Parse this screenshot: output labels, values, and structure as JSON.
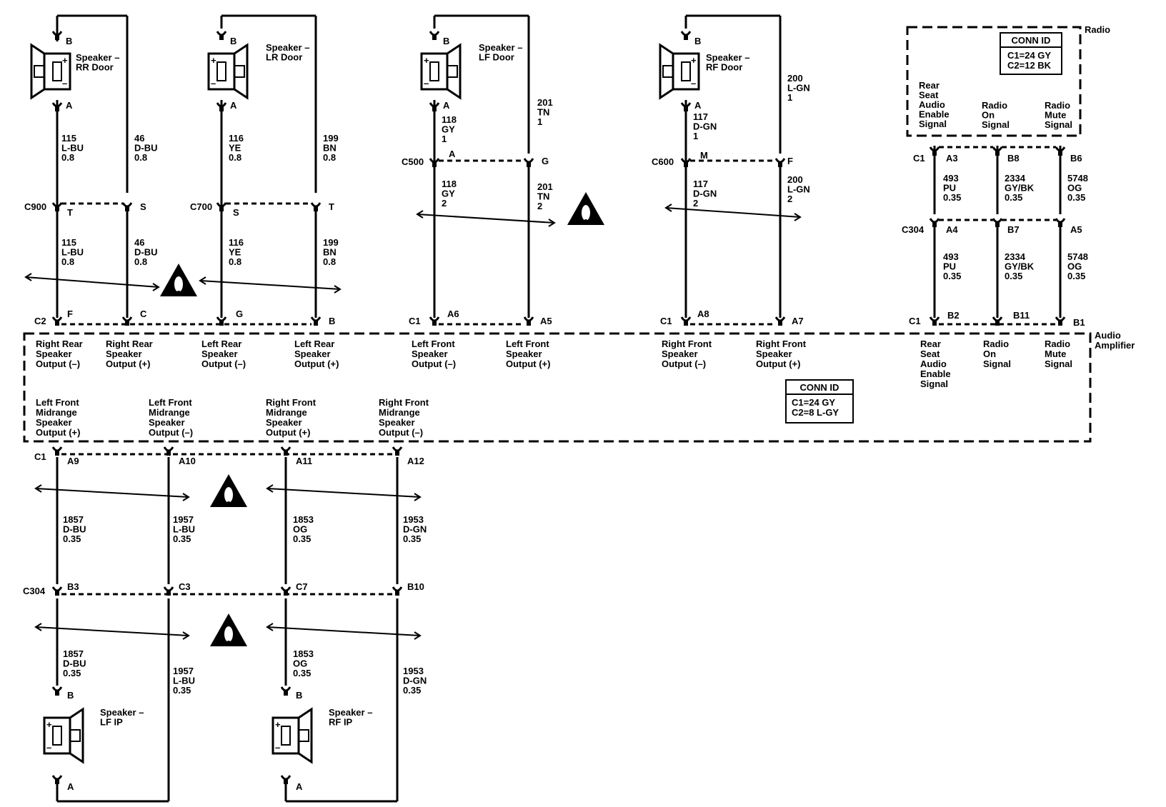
{
  "speakers": [
    {
      "id": "rr",
      "lines": [
        "Speaker –",
        "RR Door"
      ],
      "pins": [
        "B",
        "A"
      ]
    },
    {
      "id": "lr",
      "lines": [
        "Speaker –",
        "LR Door"
      ],
      "pins": [
        "B",
        "A"
      ]
    },
    {
      "id": "lf",
      "lines": [
        "Speaker –",
        "LF Door"
      ],
      "pins": [
        "B",
        "A"
      ]
    },
    {
      "id": "rf",
      "lines": [
        "Speaker –",
        "RF Door"
      ],
      "pins": [
        "B",
        "A"
      ]
    },
    {
      "id": "lfip",
      "lines": [
        "Speaker –",
        "LF IP"
      ],
      "pins": [
        "B",
        "A"
      ]
    },
    {
      "id": "rfip",
      "lines": [
        "Speaker –",
        "RF IP"
      ],
      "pins": [
        "B",
        "A"
      ]
    }
  ],
  "radio": {
    "title": "Radio",
    "conn_id": {
      "title": "CONN ID",
      "lines": [
        "C1=24 GY",
        "C2=12 BK"
      ]
    },
    "outputs": [
      [
        "Rear",
        "Seat",
        "Audio",
        "Enable",
        "Signal"
      ],
      [
        "Radio",
        "On",
        "Signal"
      ],
      [
        "Radio",
        "Mute",
        "Signal"
      ]
    ]
  },
  "amplifier": {
    "title_lines": [
      "Audio",
      "Amplifier"
    ],
    "conn_id": {
      "title": "CONN ID",
      "lines": [
        "C1=24 GY",
        "C2=8 L-GY"
      ]
    },
    "top_labels": [
      [
        "Right Rear",
        "Speaker",
        "Output (–)"
      ],
      [
        "Right Rear",
        "Speaker",
        "Output (+)"
      ],
      [
        "Left Rear",
        "Speaker",
        "Output (–)"
      ],
      [
        "Left Rear",
        "Speaker",
        "Output (+)"
      ],
      [
        "Left Front",
        "Speaker",
        "Output (–)"
      ],
      [
        "Left Front",
        "Speaker",
        "Output (+)"
      ],
      [
        "Right Front",
        "Speaker",
        "Output (–)"
      ],
      [
        "Right Front",
        "Speaker",
        "Output (+)"
      ],
      [
        "Rear",
        "Seat",
        "Audio",
        "Enable",
        "Signal"
      ],
      [
        "Radio",
        "On",
        "Signal"
      ],
      [
        "Radio",
        "Mute",
        "Signal"
      ]
    ],
    "bottom_labels": [
      [
        "Left Front",
        "Midrange",
        "Speaker",
        "Output (+)"
      ],
      [
        "Left Front",
        "Midrange",
        "Speaker",
        "Output (–)"
      ],
      [
        "Right Front",
        "Midrange",
        "Speaker",
        "Output (+)"
      ],
      [
        "Right Front",
        "Midrange",
        "Speaker",
        "Output (–)"
      ]
    ]
  },
  "connectors": {
    "c900": "C900",
    "c700": "C700",
    "c500": "C500",
    "c600": "C600",
    "c304_top": "C304",
    "c304_bot": "C304",
    "amp_c2": "C2",
    "amp_c1_a": "C1",
    "amp_c1_b": "C1",
    "amp_c1_c": "C1",
    "amp_c1_bottom": "C1",
    "radio_c1": "C1"
  },
  "pins": {
    "c900": [
      "T",
      "S"
    ],
    "c700": [
      "S",
      "T"
    ],
    "c500": [
      "A",
      "G"
    ],
    "c600": [
      "M",
      "F"
    ],
    "amp_rear": [
      "F",
      "C",
      "G",
      "B"
    ],
    "amp_front_l": [
      "A6",
      "A5"
    ],
    "amp_front_r": [
      "A8",
      "A7"
    ],
    "amp_radio": [
      "B2",
      "B11",
      "B1"
    ],
    "radio": [
      "A3",
      "B8",
      "B6"
    ],
    "c304_radio": [
      "A4",
      "B7",
      "A5"
    ],
    "amp_mid": [
      "A9",
      "A10",
      "A11",
      "A12"
    ],
    "c304_mid": [
      "B3",
      "C3",
      "C7",
      "B10"
    ]
  },
  "wires": {
    "rr_up": [
      "115",
      "L-BU",
      "0.8"
    ],
    "rr_plus_up": [
      "46",
      "D-BU",
      "0.8"
    ],
    "lr_up": [
      "116",
      "YE",
      "0.8"
    ],
    "lr_plus_up": [
      "199",
      "BN",
      "0.8"
    ],
    "rr_dn": [
      "115",
      "L-BU",
      "0.8"
    ],
    "rr_plus_dn": [
      "46",
      "D-BU",
      "0.8"
    ],
    "lr_dn": [
      "116",
      "YE",
      "0.8"
    ],
    "lr_plus_dn": [
      "199",
      "BN",
      "0.8"
    ],
    "lf_up": [
      "118",
      "GY",
      "1"
    ],
    "lf_plus_up": [
      "201",
      "TN",
      "1"
    ],
    "lf_dn": [
      "118",
      "GY",
      "2"
    ],
    "lf_plus_dn": [
      "201",
      "TN",
      "2"
    ],
    "rf_up": [
      "117",
      "D-GN",
      "1"
    ],
    "rf_plus_up": [
      "200",
      "L-GN",
      "1"
    ],
    "rf_dn": [
      "117",
      "D-GN",
      "2"
    ],
    "rf_plus_dn": [
      "200",
      "L-GN",
      "2"
    ],
    "r1_up": [
      "493",
      "PU",
      "0.35"
    ],
    "r2_up": [
      "2334",
      "GY/BK",
      "0.35"
    ],
    "r3_up": [
      "5748",
      "OG",
      "0.35"
    ],
    "r1_dn": [
      "493",
      "PU",
      "0.35"
    ],
    "r2_dn": [
      "2334",
      "GY/BK",
      "0.35"
    ],
    "r3_dn": [
      "5748",
      "OG",
      "0.35"
    ],
    "m1_up": [
      "1857",
      "D-BU",
      "0.35"
    ],
    "m2_up": [
      "1957",
      "L-BU",
      "0.35"
    ],
    "m3_up": [
      "1853",
      "OG",
      "0.35"
    ],
    "m4_up": [
      "1953",
      "D-GN",
      "0.35"
    ],
    "m1_dn": [
      "1857",
      "D-BU",
      "0.35"
    ],
    "m2_dn": [
      "1957",
      "L-BU",
      "0.35"
    ],
    "m3_dn": [
      "1853",
      "OG",
      "0.35"
    ],
    "m4_dn": [
      "1953",
      "D-GN",
      "0.35"
    ]
  },
  "warning_symbol": "!"
}
